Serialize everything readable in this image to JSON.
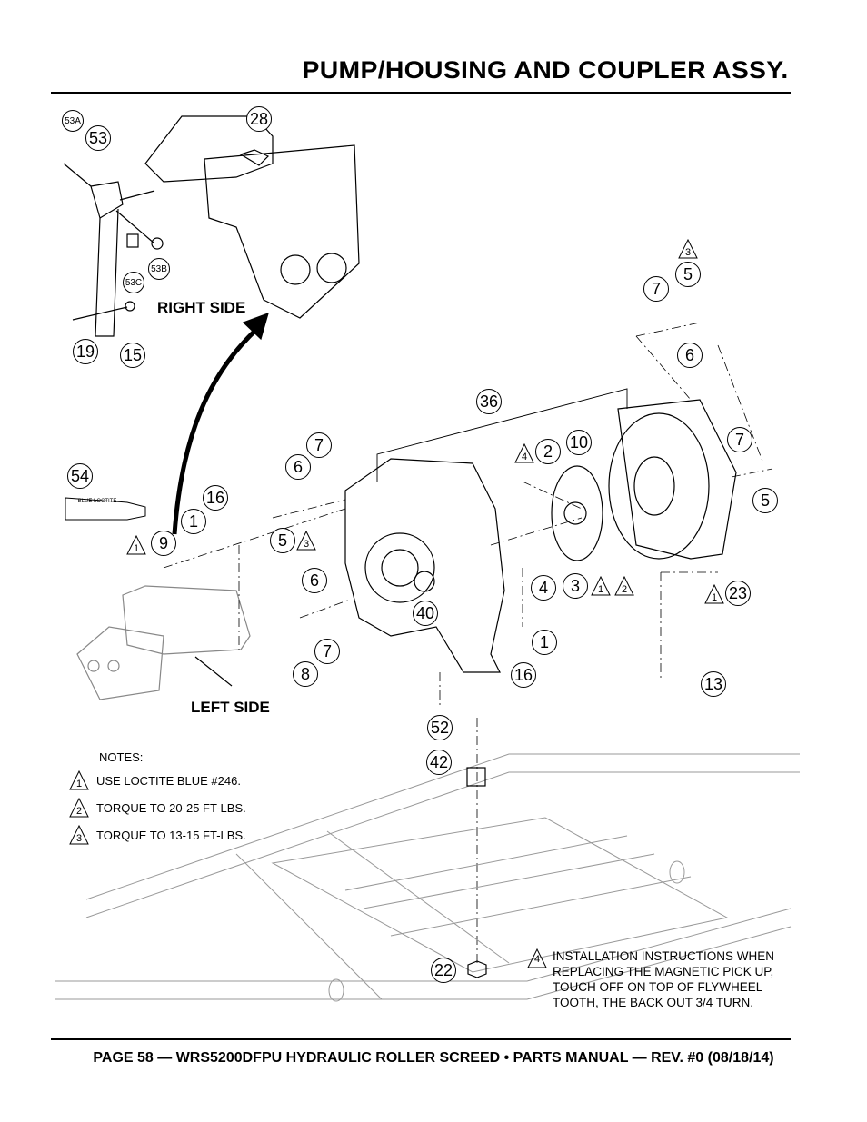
{
  "header": {
    "title": "PUMP/HOUSING AND COUPLER ASSY."
  },
  "labels": {
    "right_side": "RIGHT SIDE",
    "left_side": "LEFT SIDE",
    "tube_text": "BLUE LOCTITE"
  },
  "callouts": [
    "53A",
    "53",
    "28",
    "53B",
    "53C",
    "19",
    "15",
    "36",
    "7",
    "5",
    "6",
    "54",
    "16",
    "1",
    "9",
    "7",
    "6",
    "5",
    "2",
    "10",
    "7",
    "5",
    "3",
    "4",
    "6",
    "40",
    "7",
    "8",
    "1",
    "16",
    "23",
    "13",
    "52",
    "42",
    "22"
  ],
  "flags": [
    "3",
    "1",
    "3",
    "4",
    "1",
    "2",
    "1"
  ],
  "notes": {
    "heading": "NOTES:",
    "items": [
      {
        "num": "1",
        "text": "USE LOCTITE BLUE #246."
      },
      {
        "num": "2",
        "text": "TORQUE TO 20-25 FT-LBS."
      },
      {
        "num": "3",
        "text": "TORQUE TO 13-15 FT-LBS."
      }
    ]
  },
  "instruction": {
    "num": "4",
    "text": "INSTALLATION INSTRUCTIONS WHEN REPLACING THE MAGNETIC PICK UP, TOUCH OFF ON TOP OF FLYWHEEL TOOTH, THE BACK OUT 3/4 TURN."
  },
  "footer": {
    "text": "PAGE 58 — WRS5200DFPU HYDRAULIC ROLLER SCREED • PARTS MANUAL  — REV. #0 (08/18/14)"
  }
}
